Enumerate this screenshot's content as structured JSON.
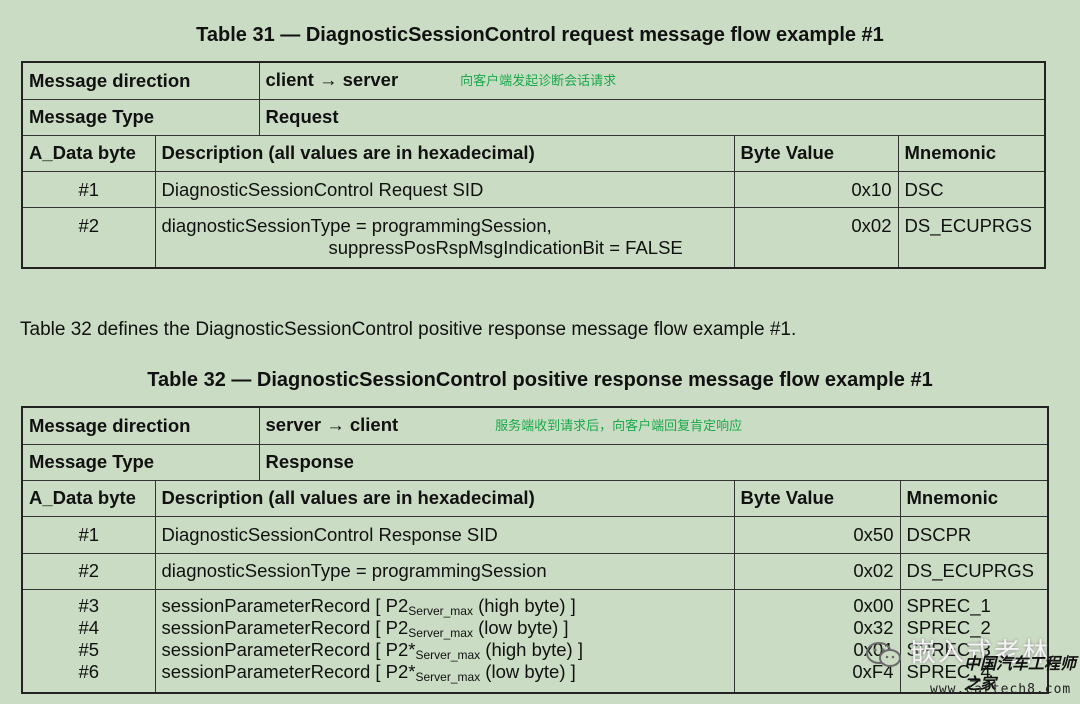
{
  "table31": {
    "caption": "Table 31 — DiagnosticSessionControl request message flow example #1",
    "direction_label": "Message direction",
    "direction_value": "client → server",
    "direction_note": "向客户端发起诊断会话请求",
    "type_label": "Message Type",
    "type_value": "Request",
    "headers": {
      "byte": "A_Data byte",
      "description": "Description (all values are in hexadecimal)",
      "value": "Byte Value",
      "mnemonic": "Mnemonic"
    },
    "rows": [
      {
        "byte": "#1",
        "description": "DiagnosticSessionControl Request SID",
        "value": "0x10",
        "mnemonic": "DSC"
      },
      {
        "byte": "#2",
        "description": "diagnosticSessionType = programmingSession,",
        "description2": "suppressPosRspMsgIndicationBit = FALSE",
        "value": "0x02",
        "mnemonic": "DS_ECUPRGS"
      }
    ]
  },
  "paragraph": "Table 32 defines the DiagnosticSessionControl positive response message flow example #1.",
  "table32": {
    "caption": "Table 32 — DiagnosticSessionControl positive response message flow example #1",
    "direction_label": "Message direction",
    "direction_value": "server → client",
    "direction_note": "服务端收到请求后，向客户端回复肯定响应",
    "type_label": "Message Type",
    "type_value": "Response",
    "headers": {
      "byte": "A_Data byte",
      "description": "Description (all values are in hexadecimal)",
      "value": "Byte Value",
      "mnemonic": "Mnemonic"
    },
    "rows": [
      {
        "byte": "#1",
        "description": "DiagnosticSessionControl Response SID",
        "value": "0x50",
        "mnemonic": "DSCPR"
      },
      {
        "byte": "#2",
        "description": "diagnosticSessionType = programmingSession",
        "value": "0x02",
        "mnemonic": "DS_ECUPRGS"
      }
    ],
    "record_rows": [
      {
        "byte": "#3",
        "desc_pre": "sessionParameterRecord [ P2",
        "desc_sub": "Server_max",
        "desc_post": " (high byte) ]",
        "value": "0x00",
        "mnemonic": "SPREC_1"
      },
      {
        "byte": "#4",
        "desc_pre": "sessionParameterRecord [ P2",
        "desc_sub": "Server_max",
        "desc_post": " (low byte) ]",
        "value": "0x32",
        "mnemonic": "SPREC_2"
      },
      {
        "byte": "#5",
        "desc_pre": "sessionParameterRecord [ P2*",
        "desc_sub": "Server_max",
        "desc_post": " (high byte) ]",
        "value": "0x01",
        "mnemonic": "SPREC_3"
      },
      {
        "byte": "#6",
        "desc_pre": "sessionParameterRecord [ P2*",
        "desc_sub": "Server_max",
        "desc_post": " (low byte) ]",
        "value": "0xF4",
        "mnemonic": "SPREC_4"
      }
    ]
  },
  "watermark": {
    "icon": "wechat-icon",
    "name": "嵌入式老林",
    "site": "中国汽车工程师之家",
    "url": "www.cartech8.com"
  },
  "colors": {
    "background": "#cbdcc4",
    "note_green": "#1aa94a",
    "border": "#222222"
  }
}
